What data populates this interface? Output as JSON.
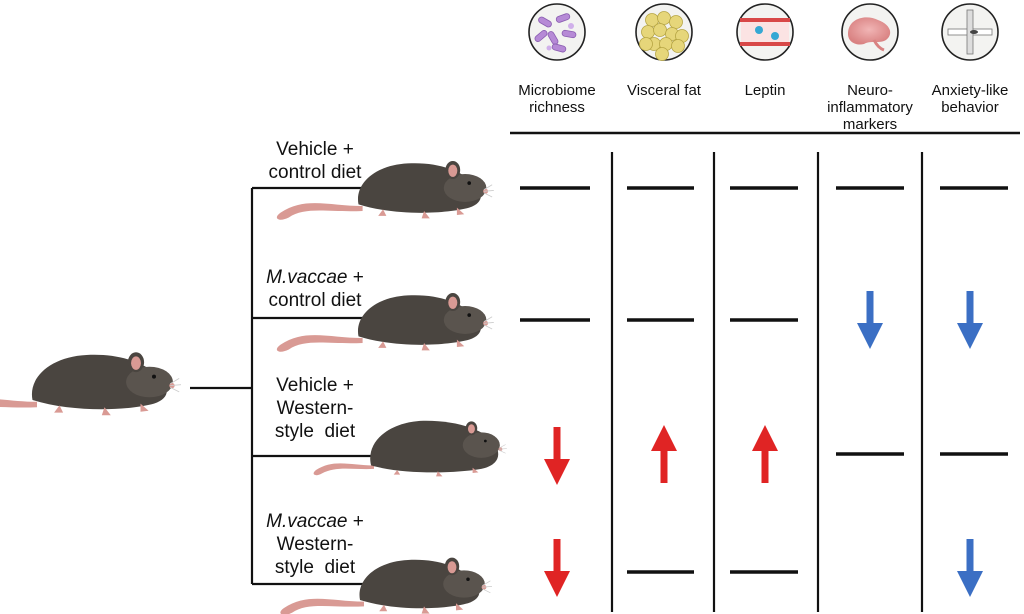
{
  "columns": [
    {
      "id": "microbiome",
      "label_lines": [
        "Microbiome",
        "richness"
      ],
      "icon": "bacteria-icon"
    },
    {
      "id": "visceral_fat",
      "label_lines": [
        "Visceral fat"
      ],
      "icon": "fat-cells-icon"
    },
    {
      "id": "leptin",
      "label_lines": [
        "Leptin"
      ],
      "icon": "blood-vessel-icon"
    },
    {
      "id": "neuro",
      "label_lines": [
        "Neuro-",
        "inflammatory",
        "markers"
      ],
      "icon": "brain-icon"
    },
    {
      "id": "anxiety",
      "label_lines": [
        "Anxiety-like",
        "behavior"
      ],
      "icon": "maze-icon"
    }
  ],
  "groups": [
    {
      "id": "g1",
      "italic": "",
      "rest": "Vehicle +",
      "line2": "control diet",
      "line3": "",
      "mouse": "normal"
    },
    {
      "id": "g2",
      "italic": "M.vaccae",
      "rest": " +",
      "line2": "control diet",
      "line3": "",
      "mouse": "normal"
    },
    {
      "id": "g3",
      "italic": "",
      "rest": "Vehicle +",
      "line2": "Western-",
      "line3": "style  diet",
      "mouse": "obese"
    },
    {
      "id": "g4",
      "italic": "M.vaccae",
      "rest": " +",
      "line2": "Western-",
      "line3": "style  diet",
      "mouse": "normal"
    }
  ],
  "effects": [
    [
      "same",
      "same",
      "same",
      "same",
      "same"
    ],
    [
      "same",
      "same",
      "same",
      "down",
      "down"
    ],
    [
      "down",
      "up",
      "up",
      "same",
      "same"
    ],
    [
      "down",
      "same",
      "same",
      "none",
      "down"
    ]
  ],
  "colors": {
    "increase": "#e02424",
    "decrease_red": "#e02424",
    "decrease_blue": "#3b6fc4",
    "mouse_body": "#4a4540",
    "mouse_pink": "#d99a94"
  }
}
